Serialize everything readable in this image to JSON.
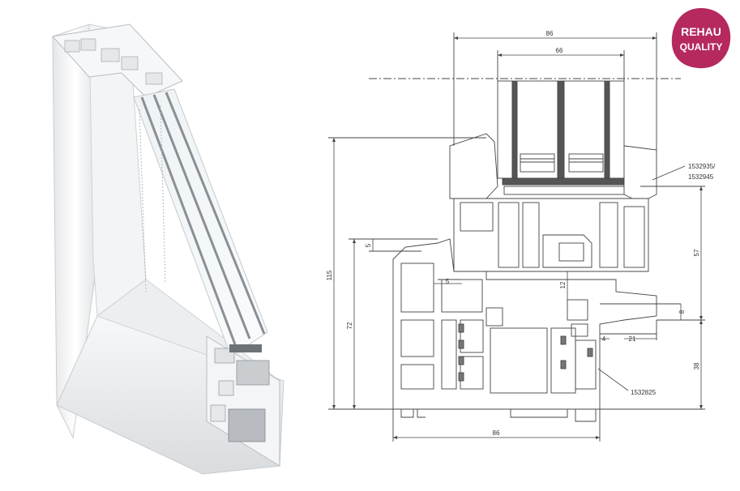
{
  "badge": {
    "line1": "REHAU",
    "line2": "QUALITY",
    "color": "#b5295f"
  },
  "dimensions": {
    "top_outer": "86",
    "top_inner": "66",
    "bottom": "86",
    "left_total": "115",
    "left_lower": "72",
    "right_upper": "57",
    "right_lower": "38",
    "gap_top": "5",
    "gap_mid": "5",
    "rebate": "12",
    "small_right": "8",
    "small_bottom": "4",
    "overlap": "21"
  },
  "part_numbers": {
    "gasket": "1532935/\n1532945",
    "gasket_line1": "1532935/",
    "gasket_line2": "1532945",
    "profile": "1532825"
  },
  "colors": {
    "line": "#444444",
    "fill_profile": "#ffffff",
    "glass": "#555555"
  }
}
